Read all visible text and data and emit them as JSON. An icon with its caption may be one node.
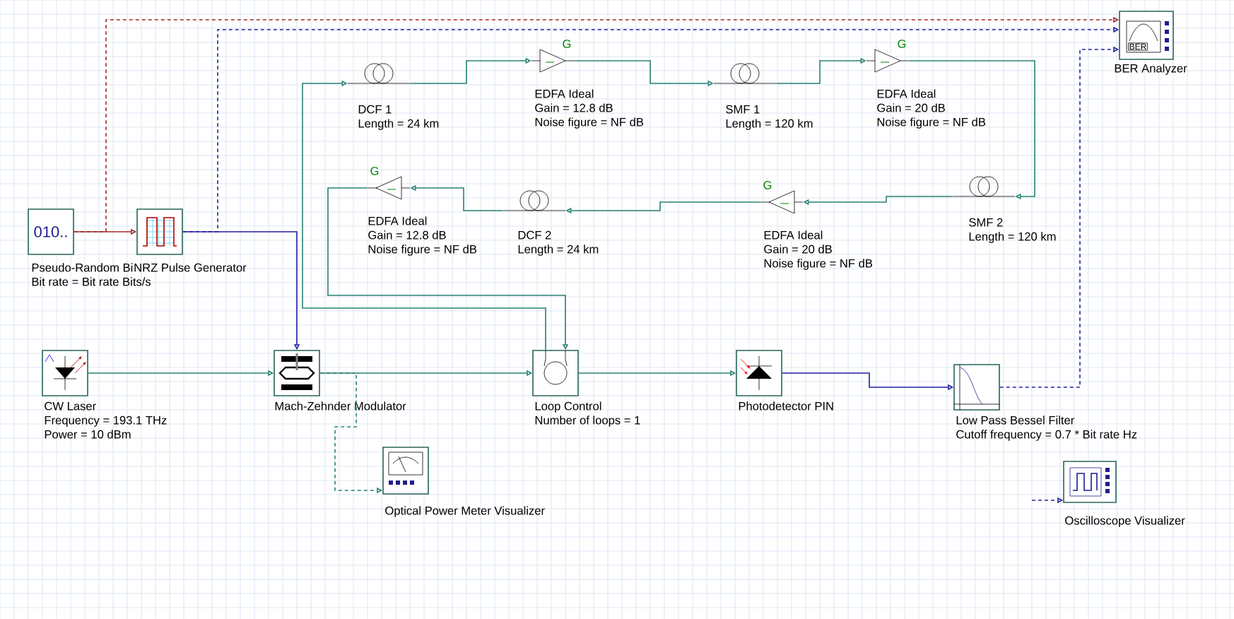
{
  "diagram": {
    "nodes": [
      {
        "text": [
          "010..",
          "Pseudo-Random Bi",
          "Bit rate = Bit rate  Bits/s"
        ]
      },
      {
        "text": [
          "NRZ Pulse Generator"
        ]
      },
      {
        "text": [
          "BER",
          "BER Analyzer"
        ]
      },
      {
        "text": [
          "DCF  1",
          "Length = 24  km"
        ]
      },
      {
        "text": [
          "EDFA Ideal",
          "Gain = 12.8  dB",
          "Noise figure = NF  dB"
        ],
        "beside": [
          "G"
        ]
      },
      {
        "text": [
          "SMF  1",
          "Length = 120  km"
        ]
      },
      {
        "text": [
          "EDFA Ideal",
          "Gain = 20  dB",
          "Noise figure = NF  dB"
        ],
        "beside": [
          "G"
        ]
      },
      {
        "text": [
          "SMF  2",
          "Length = 120  km"
        ]
      },
      {
        "text": [
          "EDFA Ideal",
          "Gain = 20  dB",
          "Noise figure = NF  dB"
        ],
        "beside": [
          "G"
        ]
      },
      {
        "text": [
          "DCF  2",
          "Length = 24  km"
        ]
      },
      {
        "text": [
          "EDFA Ideal",
          "Gain = 12.8  dB",
          "Noise figure = NF  dB"
        ],
        "beside": [
          "G"
        ]
      },
      {
        "text": [
          "CW Laser",
          "Frequency = 193.1  THz",
          "Power = 10  dBm"
        ]
      },
      {
        "text": [
          "Mach-Zehnder Modulator"
        ]
      },
      {
        "text": [
          "Optical Power Meter Visualizer"
        ]
      },
      {
        "text": [
          "Loop Control",
          "Number of loops = 1"
        ]
      },
      {
        "text": [
          "Photodetector PIN"
        ]
      },
      {
        "text": [
          "Low Pass Bessel Filter",
          "Cutoff frequency = 0.7 * Bit rate  Hz"
        ]
      },
      {
        "text": [
          "Oscilloscope Visualizer"
        ]
      }
    ],
    "edges": [
      {
        "from": 0,
        "to": 1,
        "arrow": "to",
        "color": "#a02828"
      },
      {
        "from": 0,
        "to": 2,
        "arrow": "to",
        "style": "dashed",
        "color": "#a02828"
      },
      {
        "from": 1,
        "to": 2,
        "arrow": "to",
        "style": "dashed",
        "color": "#2020a0"
      },
      {
        "from": 1,
        "to": 12,
        "arrow": "to",
        "color": "#2020a0"
      },
      {
        "from": 11,
        "to": 12,
        "arrow": "to"
      },
      {
        "from": 12,
        "to": 14,
        "arrow": "to"
      },
      {
        "from": 12,
        "to": 13,
        "arrow": "to",
        "style": "dashed"
      },
      {
        "from": 14,
        "to": 3,
        "arrow": "to"
      },
      {
        "from": 3,
        "to": 4,
        "arrow": "to"
      },
      {
        "from": 4,
        "to": 5,
        "arrow": "to"
      },
      {
        "from": 5,
        "to": 6,
        "arrow": "to"
      },
      {
        "from": 6,
        "to": 7,
        "arrow": "to"
      },
      {
        "from": 7,
        "to": 8,
        "arrow": "to"
      },
      {
        "from": 8,
        "to": 9,
        "arrow": "to"
      },
      {
        "from": 9,
        "to": 10,
        "arrow": "to"
      },
      {
        "from": 10,
        "to": 14,
        "arrow": "to"
      },
      {
        "from": 14,
        "to": 15,
        "arrow": "to"
      },
      {
        "from": 15,
        "to": 16,
        "arrow": "to",
        "color": "#2020a0"
      },
      {
        "from": 16,
        "to": 2,
        "arrow": "to",
        "style": "dashed",
        "color": "#2020a0"
      },
      {
        "from": null,
        "to": 17,
        "arrow": "to",
        "style": "dashed",
        "color": "#2020a0"
      }
    ]
  }
}
